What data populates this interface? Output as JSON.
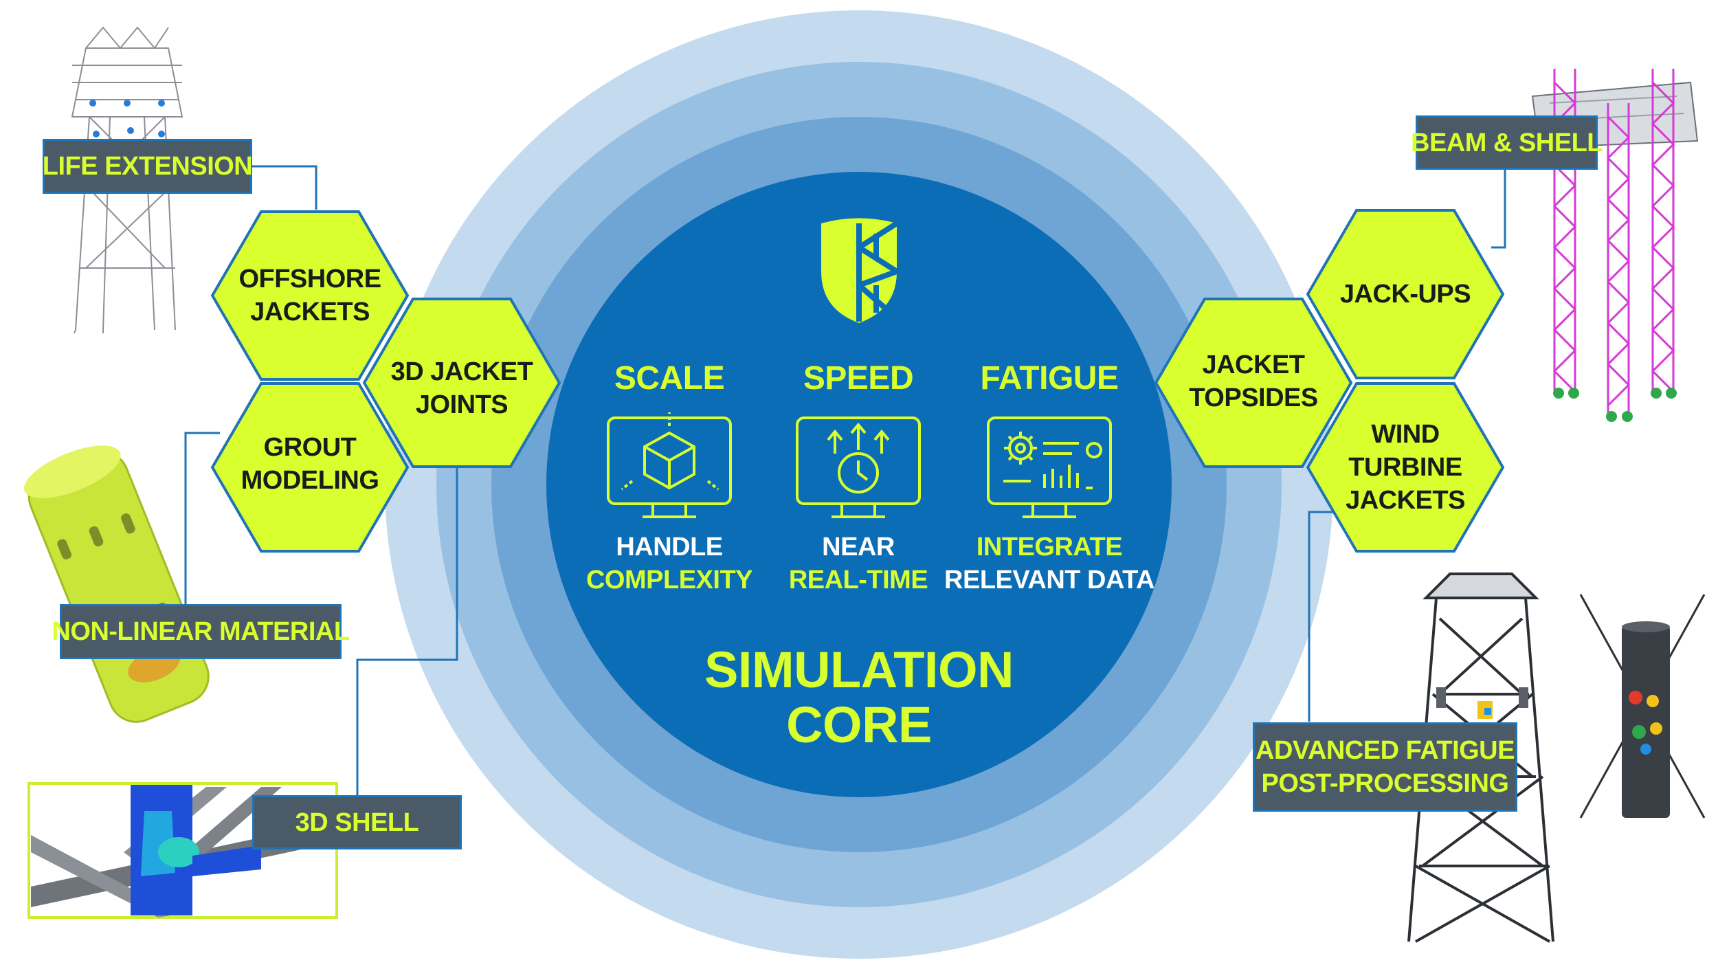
{
  "colors": {
    "accent": "#d9ff2e",
    "core_blue": "#0b6db5",
    "ring_1": "#6fa5d4",
    "ring_2": "#98c0e3",
    "ring_3": "#c4daee",
    "label_bg": "#4b5a67",
    "connector": "#1f74b8"
  },
  "core": {
    "logo": "shield-logo-icon",
    "title_line1": "SIMULATION",
    "title_line2": "CORE",
    "pillars": [
      {
        "heading": "SCALE",
        "icon": "3d-cube-monitor-icon",
        "line1": "HANDLE",
        "line2": "COMPLEXITY"
      },
      {
        "heading": "SPEED",
        "icon": "clock-monitor-icon",
        "line1": "NEAR",
        "line2": "REAL-TIME"
      },
      {
        "heading": "FATIGUE",
        "icon": "gear-dashboard-monitor-icon",
        "line1": "INTEGRATE",
        "line2": "RELEVANT DATA"
      }
    ]
  },
  "hexagons": {
    "offshore_jackets": {
      "line1": "OFFSHORE",
      "line2": "JACKETS"
    },
    "jacket_joints": {
      "line1": "3D JACKET",
      "line2": "JOINTS"
    },
    "grout_modeling": {
      "line1": "GROUT",
      "line2": "MODELING"
    },
    "jack_ups": {
      "line1": "JACK-UPS"
    },
    "jacket_topsides": {
      "line1": "JACKET",
      "line2": "TOPSIDES"
    },
    "wind_turbine_jackets": {
      "line1": "WIND",
      "line2": "TURBINE",
      "line3": "JACKETS"
    }
  },
  "labels": {
    "life_extension": "LIFE EXTENSION",
    "non_linear_material": "NON-LINEAR MATERIAL",
    "shell_3d": "3D SHELL",
    "beam_shell": "BEAM & SHELL",
    "advanced_fatigue_line1": "ADVANCED FATIGUE",
    "advanced_fatigue_line2": "POST-PROCESSING"
  },
  "images": {
    "life_extension": "offshore-platform-model-image",
    "non_linear_material": "grout-cylinder-fea-image",
    "shell_3d": "tubular-joint-stress-image",
    "beam_shell": "jack-up-rig-model-image",
    "advanced_fatigue_jacket": "jacket-fatigue-model-image",
    "advanced_fatigue_joint": "joint-fatigue-detail-image"
  }
}
